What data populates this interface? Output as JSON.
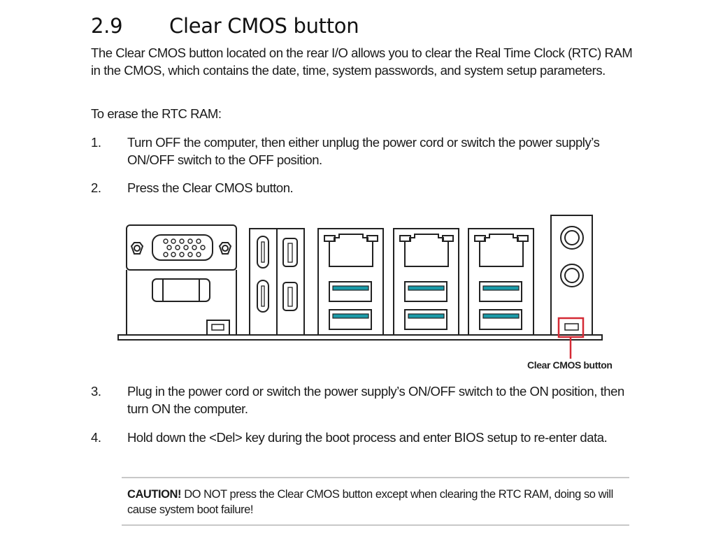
{
  "section": {
    "number": "2.9",
    "title": "Clear CMOS button"
  },
  "intro": {
    "paragraph": "The Clear CMOS button located on the rear I/O allows you to clear the Real Time Clock (RTC) RAM in the CMOS, which contains the date, time, system passwords, and system setup parameters.",
    "lead": "To erase the RTC RAM:"
  },
  "steps": [
    {
      "number": "1.",
      "text": "Turn OFF the computer, then either unplug the power cord or switch the power supply’s ON/OFF switch to the OFF position."
    },
    {
      "number": "2.",
      "text": "Press the Clear CMOS button."
    },
    {
      "number": "3.",
      "text": "Plug in the power cord or switch the power supply’s ON/OFF switch to the ON position, then turn ON the computer."
    },
    {
      "number": "4.",
      "text": "Hold down the <Del> key during the boot process and enter BIOS setup to re-enter data."
    }
  ],
  "diagram": {
    "callout_label": "Clear CMOS button",
    "colors": {
      "usb_accent": "#1a9aa8",
      "callout": "#d42a35",
      "outline": "#222222"
    },
    "ports": [
      "VGA",
      "USB Type-C x2",
      "Mini DisplayPort x2",
      "LAN + USB 3 x2",
      "LAN + USB 3 x2",
      "LAN + USB 3 x2",
      "Audio jacks x2",
      "Clear CMOS button"
    ]
  },
  "caution": {
    "label": "CAUTION!",
    "text": " DO NOT press the Clear CMOS button except when clearing the RTC RAM, doing so will cause system boot failure!"
  }
}
